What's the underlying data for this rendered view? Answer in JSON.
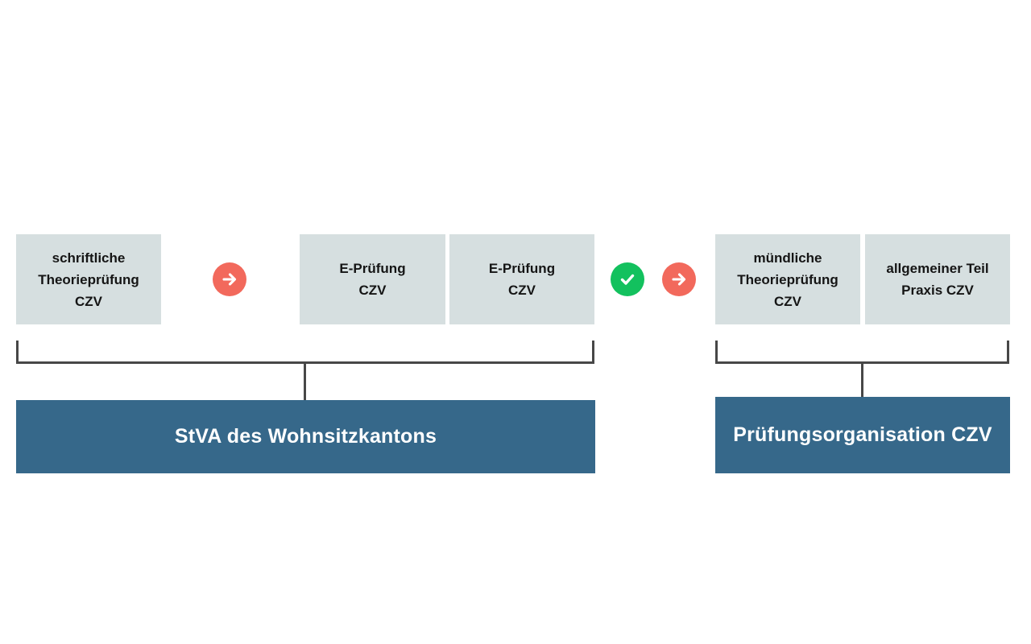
{
  "diagram": {
    "title_semantic": "CZV exam process diagram",
    "colors": {
      "background": "#ffffff",
      "exam_box_bg": "#d6dfe0",
      "exam_box_text": "#151515",
      "org_bar_bg": "#36688a",
      "org_bar_text": "#ffffff",
      "arrow_circle": "#f2695c",
      "check_circle": "#13c15e",
      "connector_line": "#474747"
    },
    "boxes": [
      {
        "text": "schriftliche\nTheorieprüfung\nCZV"
      },
      {
        "text": "E-Prüfung\nCZV"
      },
      {
        "text": "E-Prüfung\nCZV"
      },
      {
        "text": "mündliche\nTheorieprüfung\nCZV"
      },
      {
        "text": "allgemeiner Teil\nPraxis CZV"
      }
    ],
    "icons": [
      {
        "name": "arrow-right-icon",
        "glyph": "→"
      },
      {
        "name": "check-icon",
        "glyph": "✓"
      },
      {
        "name": "arrow-right-icon",
        "glyph": "→"
      }
    ],
    "groups": [
      {
        "label": "StVA des Wohnsitzkantons"
      },
      {
        "label": "Prüfungsorganisation CZV"
      }
    ]
  }
}
